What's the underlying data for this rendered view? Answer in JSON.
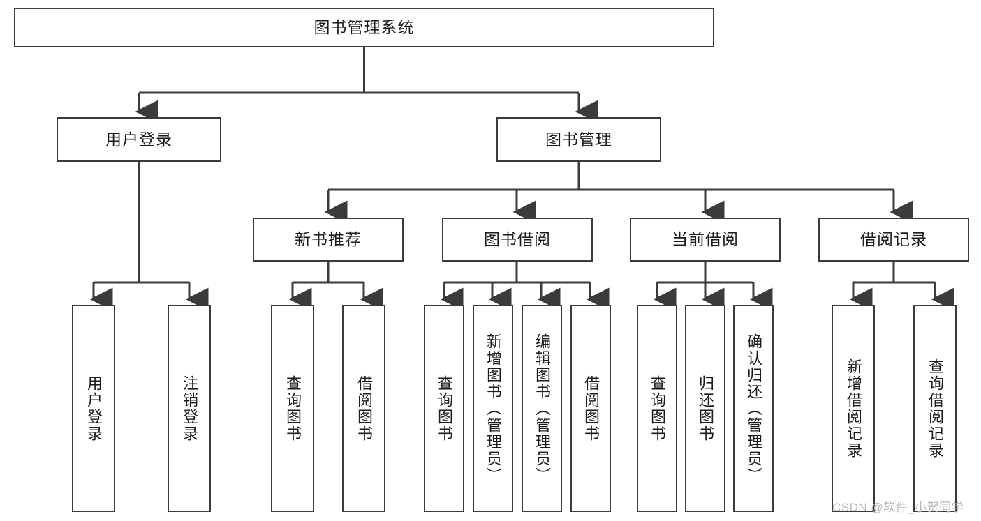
{
  "diagram": {
    "title": "图书管理系统",
    "type": "tree-hierarchy",
    "watermark": "CSDN @软件_小贺同学",
    "colors": {
      "box_border": "#3b3b3b",
      "box_fill": "#ffffff",
      "connector": "#3b3b3b",
      "text": "#1c1c1c",
      "watermark": "#b9b9b9",
      "background": "#ffffff"
    }
  },
  "nodes": {
    "root": {
      "label": "图书管理系统"
    },
    "level2": [
      {
        "id": "user-login",
        "label": "用户登录"
      },
      {
        "id": "book-manage",
        "label": "图书管理"
      }
    ],
    "level3": [
      {
        "id": "new-book-recommend",
        "label": "新书推荐"
      },
      {
        "id": "book-borrow",
        "label": "图书借阅"
      },
      {
        "id": "current-borrow",
        "label": "当前借阅"
      },
      {
        "id": "borrow-record",
        "label": "借阅记录"
      }
    ],
    "leaves": {
      "user-login": [
        {
          "id": "leaf-user-login",
          "label": "用户登录"
        },
        {
          "id": "leaf-user-logout",
          "label": "注销登录"
        }
      ],
      "new-book-recommend": [
        {
          "id": "leaf-query-book-1",
          "label": "查询图书"
        },
        {
          "id": "leaf-borrow-book-1",
          "label": "借阅图书"
        }
      ],
      "book-borrow": [
        {
          "id": "leaf-query-book-2",
          "label": "查询图书"
        },
        {
          "id": "leaf-add-book",
          "label": "新增图书（管理员）"
        },
        {
          "id": "leaf-edit-book",
          "label": "编辑图书（管理员）"
        },
        {
          "id": "leaf-borrow-book-2",
          "label": "借阅图书"
        }
      ],
      "current-borrow": [
        {
          "id": "leaf-query-book-3",
          "label": "查询图书"
        },
        {
          "id": "leaf-return-book",
          "label": "归还图书"
        },
        {
          "id": "leaf-confirm-return",
          "label": "确认归还（管理员）"
        }
      ],
      "borrow-record": [
        {
          "id": "leaf-add-record",
          "label": "新增借阅记录"
        },
        {
          "id": "leaf-query-record",
          "label": "查询借阅记录"
        }
      ]
    }
  }
}
